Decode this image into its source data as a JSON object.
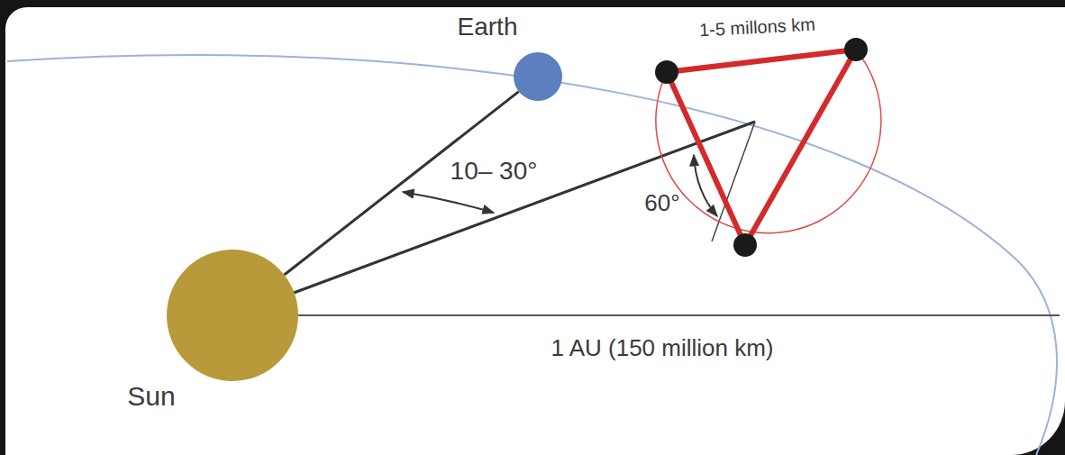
{
  "diagram": {
    "nodes": [
      {
        "text": [
          "Sun"
        ]
      },
      {
        "text": [
          "Earth"
        ]
      }
    ],
    "edges": [
      {
        "from": 0,
        "to": 1,
        "arrow": "none"
      }
    ],
    "labels": [
      "1-5 millons km",
      "10– 30°",
      "60°",
      "1 AU (150 million km)"
    ]
  }
}
